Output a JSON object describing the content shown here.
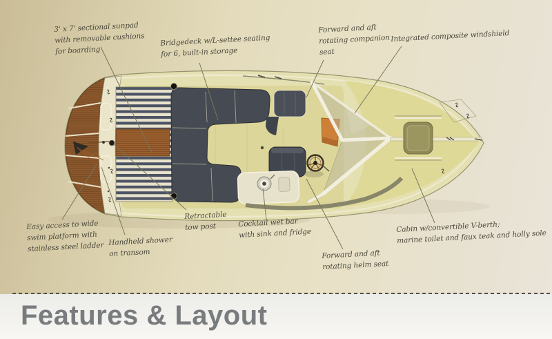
{
  "heading": {
    "text": "Features & Layout"
  },
  "callouts": {
    "sunpad": {
      "text": "3' x 7' sectional sunpad\nwith removable cushions\nfor boarding"
    },
    "bridgedeck": {
      "text": "Bridgedeck w/L-settee seating\nfor 6, built-in storage"
    },
    "companion_seat": {
      "text": "Forward and aft\nrotating companion\nseat"
    },
    "windshield": {
      "text": "Integrated composite windshield"
    },
    "swim_platform": {
      "text": "Easy access to wide\nswim platform with\nstainless steel ladder"
    },
    "shower": {
      "text": "Handheld shower\non transom"
    },
    "tow_post": {
      "text": "Retractable\ntow post"
    },
    "wet_bar": {
      "text": "Cocktail wet bar\nwith sink and fridge"
    },
    "helm_seat": {
      "text": "Forward and aft\nrotating helm seat"
    },
    "cabin": {
      "text": "Cabin w/convertible V-berth;\nmarine toilet and faux teak and holly sole"
    }
  },
  "colors": {
    "page_top": "#c9bc97",
    "page_mid": "#e8e1c6",
    "bottom_panel": "#f3f2ee",
    "heading_text": "#797c7e",
    "label_text": "#4c493c",
    "leader_line": "#79765c",
    "hull": "#e5e0b2",
    "deck_floor": "#dcd69a",
    "teak": "#945a2c",
    "stripe_dark": "#4c5364",
    "stripe_light": "#e8e2cd",
    "upholstery": "#464a52",
    "seat_orange": "#cd8138",
    "windshield_frame": "#f2efe0"
  }
}
